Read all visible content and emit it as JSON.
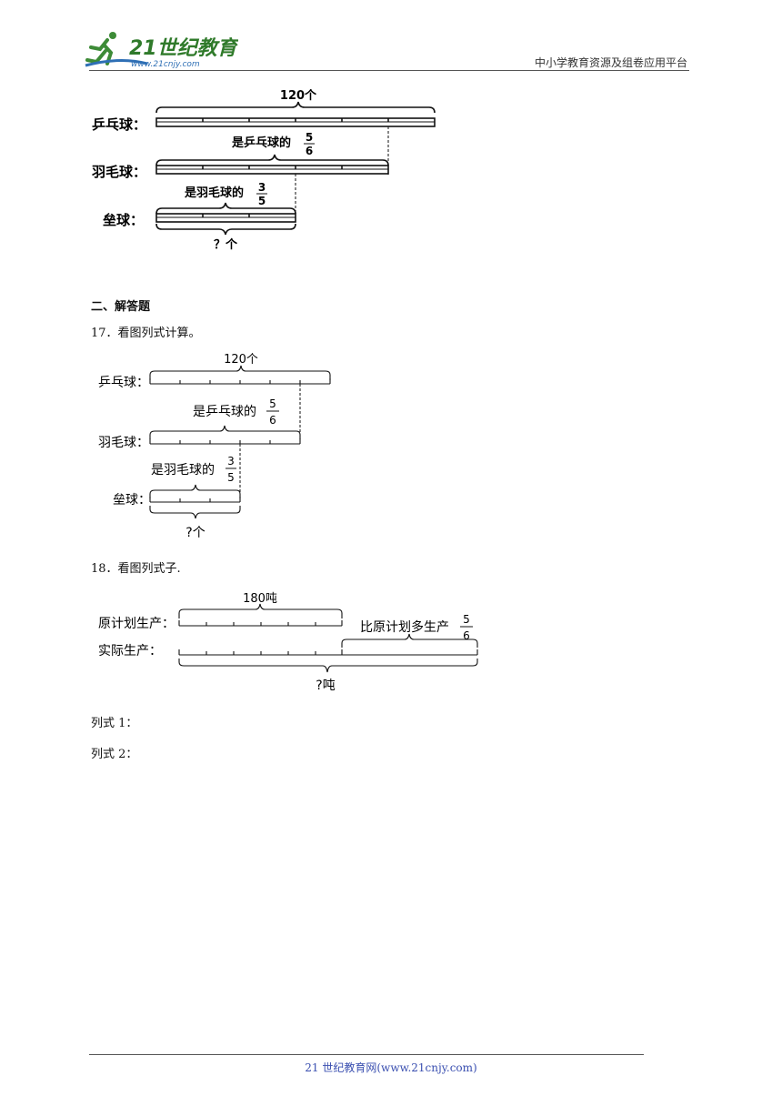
{
  "header": {
    "logo_main": "21世纪教育",
    "logo_sub": "www.21cnjy.com",
    "right_text": "中小学教育资源及组卷应用平台"
  },
  "diagram_top": {
    "pingpong_label": "乒乓球：",
    "badminton_label": "羽毛球：",
    "softball_label": "垒球：",
    "total": "120个",
    "rel1_text": "是乒乓球的",
    "rel1_num": "5",
    "rel1_den": "6",
    "rel2_text": "是羽毛球的",
    "rel2_num": "3",
    "rel2_den": "5",
    "unknown": "？个"
  },
  "section_title": "二、解答题",
  "q17": {
    "text": "17．看图列式计算。",
    "pingpong_label": "乒乓球：",
    "badminton_label": "羽毛球：",
    "softball_label": "垒球：",
    "total": "120个",
    "rel1_text": "是乒乓球的",
    "rel1_num": "5",
    "rel1_den": "6",
    "rel2_text": "是羽毛球的",
    "rel2_num": "3",
    "rel2_den": "5",
    "unknown": "?个"
  },
  "q18": {
    "text": "18．看图列式子.",
    "plan_label": "原计划生产：",
    "actual_label": "实际生产：",
    "plan_value": "180吨",
    "more_text": "比原计划多生产",
    "more_num": "5",
    "more_den": "6",
    "unknown": "?吨"
  },
  "answers": {
    "line1": "列式 1：",
    "line2": "列式 2："
  },
  "footer": {
    "text": "21 世纪教育网(www.21cnjy.com)"
  }
}
